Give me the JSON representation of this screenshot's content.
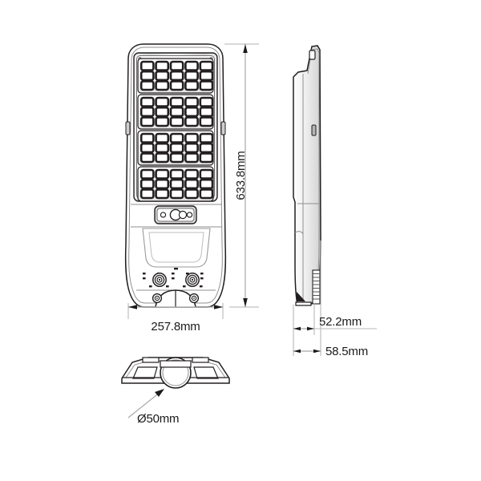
{
  "drawing": {
    "title": "Solar Street Light Dimensional Drawing",
    "background_color": "#ffffff",
    "line_color": "#231f20",
    "dimension_line_color": "#8a8a8a",
    "text_color": "#1a1a1a"
  },
  "views": {
    "front": {
      "name": "front-view",
      "led_module_count": 4,
      "leds_per_module_cols": 5,
      "leds_per_module_rows": 3,
      "total_leds": 60,
      "sensor_large_circles": 2,
      "sensor_small_circles": 2,
      "large_bolts": 2,
      "small_bolts": 2
    },
    "side": {
      "name": "side-view",
      "fin_count": 9
    },
    "bottom": {
      "name": "bottom-view",
      "pole_opening": "circular"
    }
  },
  "dimensions": {
    "height": {
      "label": "633.8mm",
      "orientation": "vertical",
      "view": "front"
    },
    "width": {
      "label": "257.8mm",
      "orientation": "horizontal",
      "view": "front"
    },
    "depth_upper": {
      "label": "52.2mm",
      "orientation": "horizontal",
      "view": "side"
    },
    "depth_lower": {
      "label": "58.5mm",
      "orientation": "horizontal",
      "view": "side"
    },
    "pole_diameter": {
      "label": "Ø50mm",
      "orientation": "leader",
      "view": "bottom"
    }
  }
}
